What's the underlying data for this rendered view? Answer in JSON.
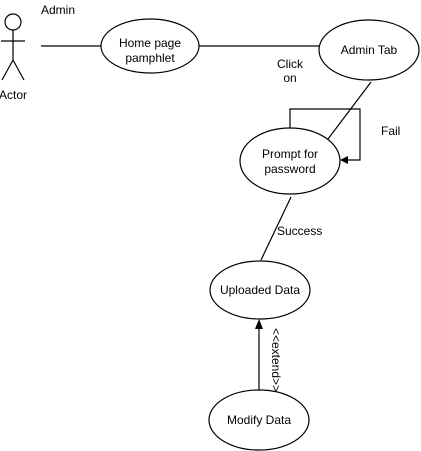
{
  "actor": {
    "name": "Actor",
    "role_label": "Admin"
  },
  "use_cases": {
    "home_page": [
      "Home page",
      "pamphlet"
    ],
    "admin_tab": "Admin Tab",
    "prompt_password": [
      "Prompt for",
      "password"
    ],
    "uploaded_data": "Uploaded Data",
    "modify_data": "Modify Data"
  },
  "edge_labels": {
    "click_on": [
      "Click",
      "on"
    ],
    "fail": "Fail",
    "success": "Success",
    "extend": "<<extend>>"
  }
}
